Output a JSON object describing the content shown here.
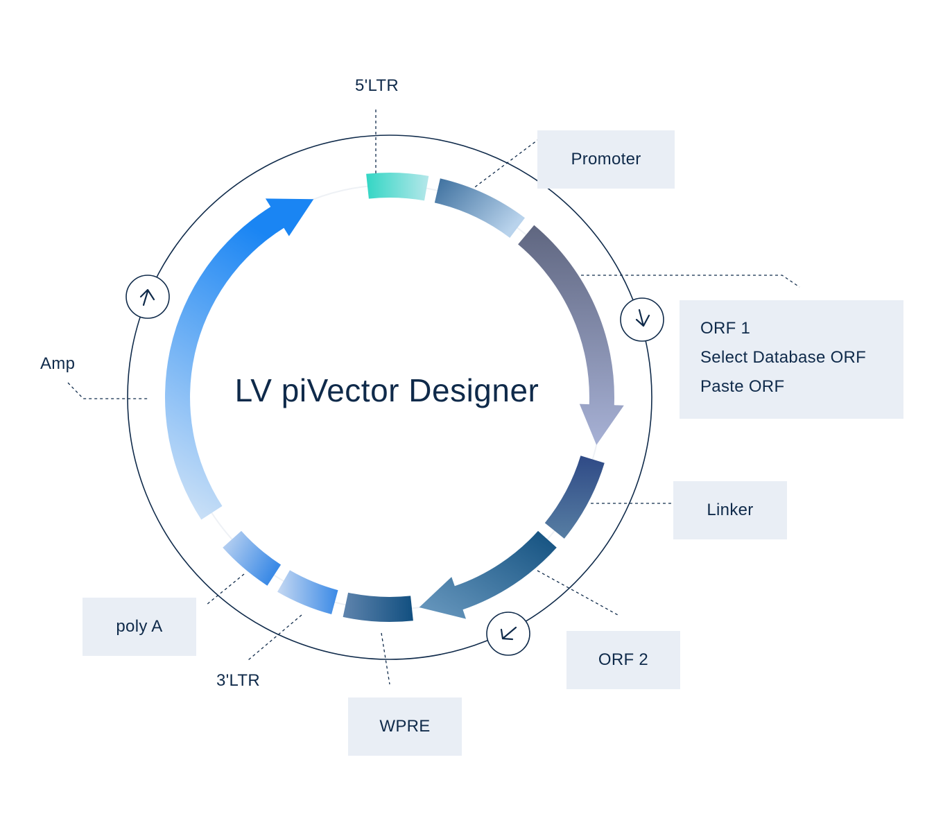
{
  "title": "LV piVector Designer",
  "labels": {
    "ltr5": "5'LTR",
    "promoter": "Promoter",
    "orf1_items": [
      "ORF 1",
      "Select Database ORF",
      "Paste ORF"
    ],
    "linker": "Linker",
    "orf2": "ORF 2",
    "wpre": "WPRE",
    "ltr3": "3'LTR",
    "polya": "poly A",
    "amp": "Amp"
  },
  "colors": {
    "ring": "#0f2a4a",
    "label_bg": "#e9eef5",
    "text": "#0f2a4a",
    "ltr5": [
      "#33d6c4",
      "#b5e7ea"
    ],
    "promoter": [
      "#3b6e9d",
      "#b9d3ec"
    ],
    "orf1": [
      "#5f6680",
      "#a7b1d5"
    ],
    "linker": [
      "#2f4a86",
      "#577ea3"
    ],
    "orf2": [
      "#12507f",
      "#6b9ac0"
    ],
    "wpre": [
      "#5f84ad",
      "#114f80"
    ],
    "ltr3": [
      "#c5d8f2",
      "#3b8ae6"
    ],
    "polya": [
      "#c5d8f2",
      "#3b8ae6"
    ],
    "amp": [
      "#d6e6f7",
      "#1a85f3"
    ]
  },
  "icons": {
    "orf1_direction": "arrow-down-icon",
    "orf2_direction": "arrow-down-left-icon",
    "amp_direction": "arrow-up-icon"
  }
}
